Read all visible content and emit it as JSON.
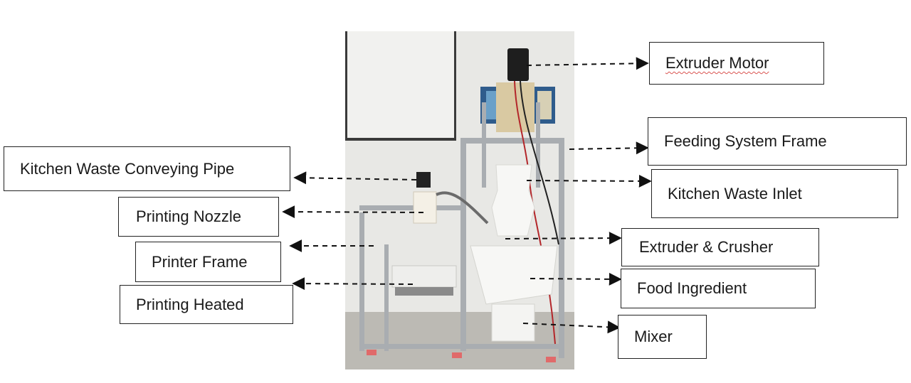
{
  "labels": {
    "extruder_motor": "Extruder Motor",
    "feeding_system_frame": "Feeding System Frame",
    "kitchen_waste_inlet": "Kitchen Waste Inlet",
    "extruder_crusher": "Extruder & Crusher",
    "food_ingredient": "Food Ingredient",
    "mixer": "Mixer",
    "kitchen_waste_conveying_pipe": "Kitchen Waste Conveying Pipe",
    "printing_nozzle": "Printing Nozzle",
    "printer_frame": "Printer Frame",
    "printing_heated": "Printing Heated"
  },
  "colors": {
    "wall": "#e9e9e6",
    "whiteboard": "#f2f2f0",
    "aluminum": "#a9adb1",
    "white_part": "#f7f7f5",
    "floor": "#b9b7b1",
    "motor": "#1e1e1e",
    "red_wire": "#b3262a"
  }
}
